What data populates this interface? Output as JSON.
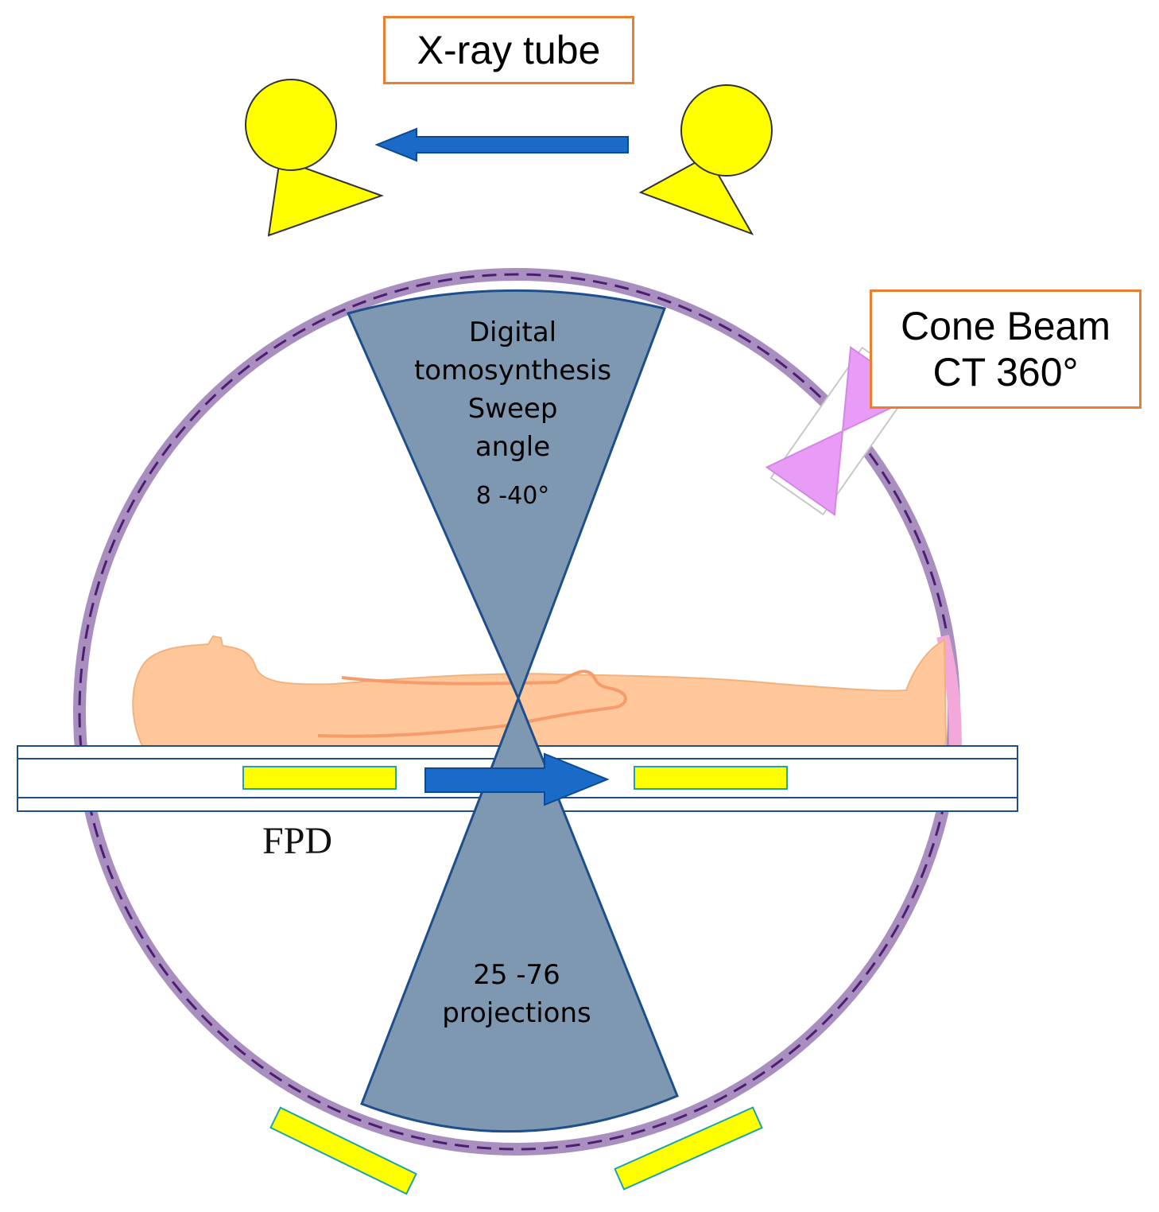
{
  "labels": {
    "xray_tube": "X-ray tube",
    "cone_beam": [
      "Cone Beam",
      "CT 360°"
    ],
    "fpd": "FPD"
  },
  "cone_top": {
    "lines": [
      "Digital",
      "tomosynthesis",
      "Sweep",
      "angle"
    ],
    "angle": "8 -40°"
  },
  "cone_bottom": {
    "lines": [
      "25 -76",
      "projections"
    ]
  },
  "colors": {
    "tube_yellow": "#FFFF00",
    "cone_fill": "#7F98B1",
    "cone_stroke": "#1F4E8C",
    "gantry_ring": "#A98EC0",
    "dashed_orbit": "#4B1F6E",
    "arrow_blue": "#1A6BC7",
    "label_border": "#ED7D31",
    "patient_skin": "#FFC79A",
    "detector_fill": "#FFFF00",
    "detector_border": "#1FA3A8",
    "cbct_marker": "#E99CF5"
  }
}
